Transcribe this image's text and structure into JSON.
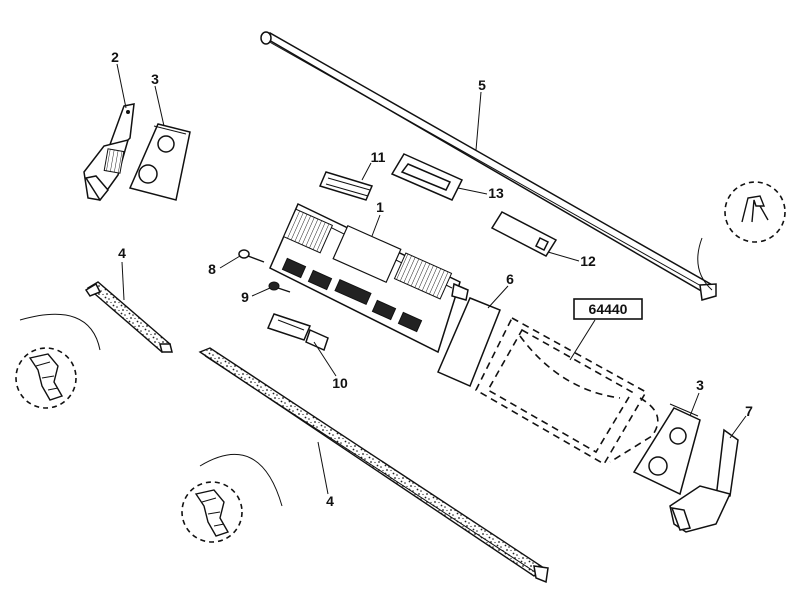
{
  "callouts": {
    "c1": "1",
    "c2": "2",
    "c3a": "3",
    "c3b": "3",
    "c4a": "4",
    "c4b": "4",
    "c5": "5",
    "c6": "6",
    "c7": "7",
    "c8": "8",
    "c9": "9",
    "c10": "10",
    "c11": "11",
    "c12": "12",
    "c13": "13"
  },
  "reference_box": "64440"
}
